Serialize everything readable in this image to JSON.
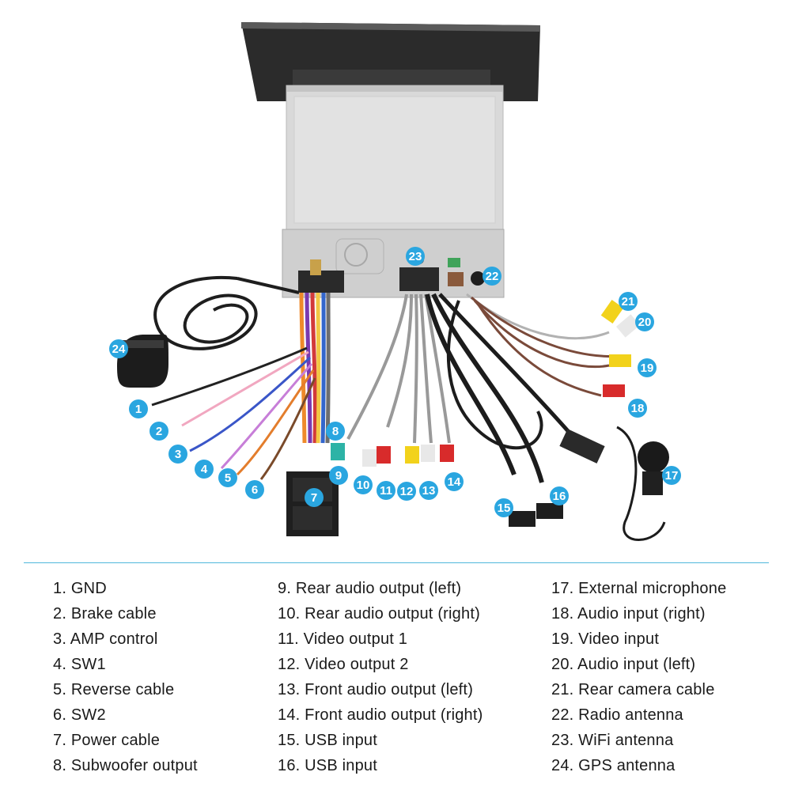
{
  "colors": {
    "badge": "#2aa6e0",
    "accent_line": "#4fb7dc",
    "text": "#1a1a1a"
  },
  "badges": [
    "1",
    "2",
    "3",
    "4",
    "5",
    "6",
    "7",
    "8",
    "9",
    "10",
    "11",
    "12",
    "13",
    "14",
    "15",
    "16",
    "17",
    "18",
    "19",
    "20",
    "21",
    "22",
    "23",
    "24"
  ],
  "legend": {
    "col1": [
      "1. GND",
      "2. Brake cable",
      "3. AMP control",
      "4. SW1",
      "5. Reverse cable",
      "6. SW2",
      "7. Power cable",
      "8. Subwoofer output"
    ],
    "col2": [
      "9. Rear audio output (left)",
      "10. Rear audio output (right)",
      "11. Video output 1",
      "12. Video output 2",
      "13. Front audio output (left)",
      "14. Front audio output (right)",
      "15. USB input",
      "16. USB input"
    ],
    "col3": [
      "17. External microphone",
      "18. Audio input (right)",
      "19. Video input",
      "20. Audio input (left)",
      "21. Rear camera cable",
      "22. Radio antenna",
      "23. WiFi antenna",
      "24. GPS antenna"
    ]
  }
}
